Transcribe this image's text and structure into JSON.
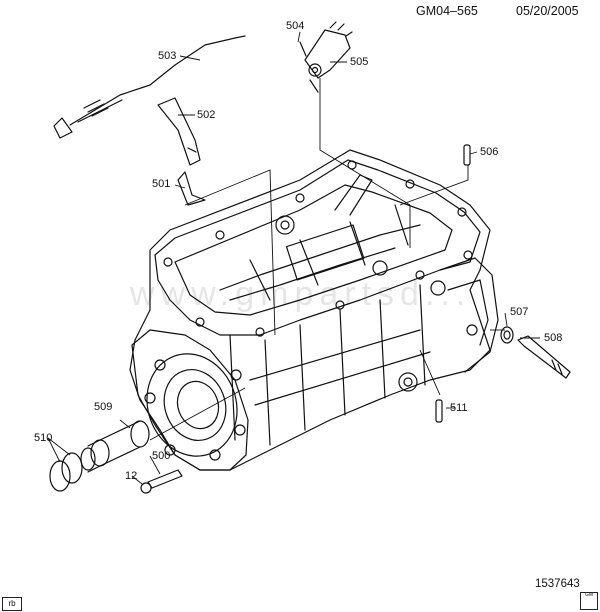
{
  "header": {
    "diagram_code": "GM04–565",
    "date": "05/20/2005"
  },
  "footer": {
    "illustration_number": "1537643",
    "corner_icon_text": "rb",
    "logo_text": "GM"
  },
  "watermark": "www.gmpartsd...",
  "callouts": [
    {
      "id": "503",
      "text": "503"
    },
    {
      "id": "504",
      "text": "504"
    },
    {
      "id": "505",
      "text": "505"
    },
    {
      "id": "502",
      "text": "502"
    },
    {
      "id": "506",
      "text": "506"
    },
    {
      "id": "501",
      "text": "501"
    },
    {
      "id": "507",
      "text": "507"
    },
    {
      "id": "508",
      "text": "508"
    },
    {
      "id": "509",
      "text": "509"
    },
    {
      "id": "510",
      "text": "510"
    },
    {
      "id": "511",
      "text": "511"
    },
    {
      "id": "500",
      "text": "500"
    },
    {
      "id": "12",
      "text": "12"
    }
  ]
}
